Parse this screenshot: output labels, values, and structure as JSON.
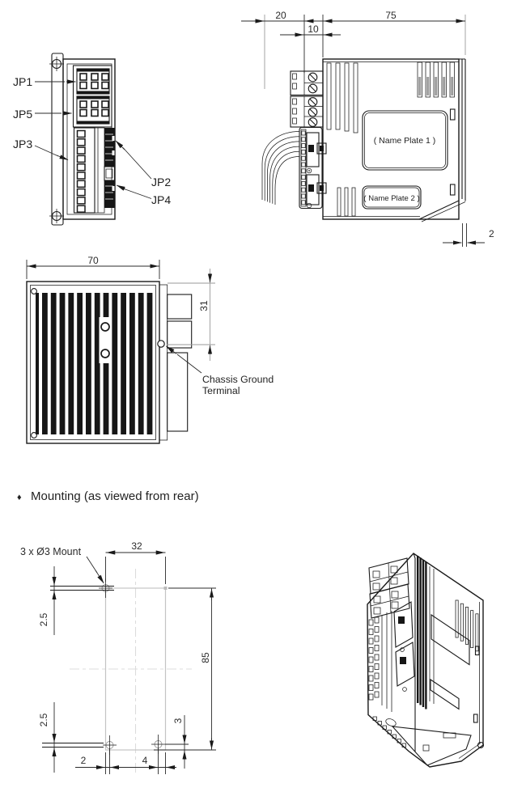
{
  "figure": {
    "front_view": {
      "jp1": "JP1",
      "jp5": "JP5",
      "jp3": "JP3",
      "jp2": "JP2",
      "jp4": "JP4"
    },
    "side_view": {
      "dim_20": "20",
      "dim_10": "10",
      "dim_75": "75",
      "dim_2": "2",
      "name_plate_1": "( Name Plate 1 )",
      "name_plate_2": "( Name Plate 2 )"
    },
    "top_view": {
      "dim_70": "70",
      "dim_31": "31",
      "ground_line1": "Chassis Ground",
      "ground_line2": "Terminal"
    },
    "heading": {
      "bullet": "♦",
      "text": "Mounting (as viewed from rear)"
    },
    "mounting_view": {
      "note": "3 x Ø3 Mount",
      "dim_32": "32",
      "dim_85": "85",
      "dim_2_5_top": "2.5",
      "dim_2_5_bottom": "2.5",
      "dim_3": "3",
      "dim_2": "2",
      "dim_4": "4"
    }
  },
  "colors": {
    "line": "#1a1a1a",
    "dim_gray": "#9a9a9a",
    "outline_light": "#c4c4c4",
    "centerline": "#dcdcdc",
    "text": "#2b2b2b"
  }
}
